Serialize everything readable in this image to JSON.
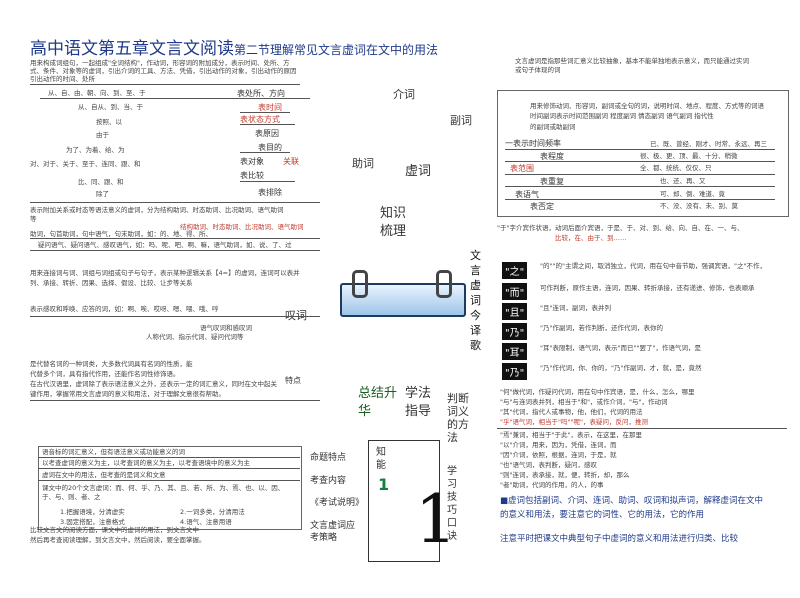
{
  "title": {
    "main": "高中语文第五章文言文阅读",
    "sub": "第二节理解常见文言虚词在文中的用法"
  },
  "intro_lines": [
    "用来构成词组句，一起组成\"全词结构\"，作动词，形容词的附加成分，表示时间、处所、方",
    "式、条件、对象等的虚词，引出介词的工具、方法、凭借，引出动作的对象，引出动作的原因",
    "引出动作的时间、处所"
  ],
  "center_top": "介词",
  "left_prep": {
    "row1": [
      "从、自、由、朝、向、到、至、于",
      "表处所、方向"
    ],
    "row2": [
      "从、自从、到、当、于",
      "表时间"
    ],
    "row3": [
      "按照、以",
      "表状态方式"
    ],
    "row4": [
      "由于",
      "表原因"
    ],
    "row5": [
      "为了、为着、给、为",
      "表目的"
    ],
    "row6": [
      "对、对于、关于、至于、连同、跟、和",
      "表对象"
    ],
    "row7": [
      "比、同、跟、和",
      "表比较"
    ],
    "row8": [
      "除了",
      "表排除"
    ]
  },
  "left_connect": [
    "关联"
  ],
  "left_mid": [
    "表示附加关系或时态等语法意义的虚词，分为结构助词、时态助词、比况助词、语气助词",
    "等",
    "结构助词、时态助词、比况助词、语气助词",
    "助词，句首助词，句中语气，句末助词，如：的、地、得、所、",
    "疑问语气、疑问语气、感叹语气，如：吗、呢、吧、啊、嘛，语气助词，如、说、了、过"
  ],
  "left_mid2": [
    "用来连接词与词、词组与词组或句子与句子，表示某种逻辑关系【4=】的虚词，连词可以表并",
    "列、承接、转折、因果、选择、假设、比较、让步等关系"
  ],
  "left_mid3": "表示感叹和呼唤、应答的词，如：啊、唉、哎呀、嗯、喂、哦、哼",
  "left_mid4": [
    "语气叹词和感叹词",
    "人称代词、指示代词、疑问代词等"
  ],
  "left_bottom_para": [
    "是代替名词的一种词类，大多数代词具有名词的性质，能",
    "代替多个词，具有指代作用，还能作名词性修饰语。",
    "在古代汉语里，虚词除了表示语法意义之外，还表示一定的词汇意义，同时在文中起关",
    "键作用，掌握常用文言虚词的意义和用法，对于理解文意很有帮助。"
  ],
  "left_box": [
    "语音标的词汇意义，但有语法意义或功能意义的词",
    "以考查虚词的意义为主，以考查词的意义为主，以考查语境中的意义为主",
    "虚词在文中的用法，但考查的是词义和文意",
    "课文中的20个文言虚词：而、何、乎、乃、其、且、若、所、为、焉、也、以、因、于、与、则、者、之"
  ],
  "left_box_items": [
    "1.把握语境，分清虚实",
    "2.一词多类，分清用法",
    "3.固定搭配，注意格式",
    "4.语气、注意用语"
  ],
  "left_bottom_last": [
    "比较文言文的阅读方面，课文中的虚词的用法，到文言文中",
    "然后再考查阅读理解，到文言文中，然后阅读，要全面掌握。"
  ],
  "mid_labels": {
    "zhuci": "助词",
    "xuci": "虚词",
    "knowledge": "知识梳理",
    "tanci": "叹词",
    "tedian": "特点",
    "zongjie": "总结升华",
    "xuefa": "学法指导",
    "panduan": "判断词义的方法",
    "mingti": "命题特点",
    "kaocha": "考查内容",
    "kaoshi": "《考试说明》",
    "yingdui": "文言虚词应考策略",
    "zhineng": "知能",
    "one_small": "1",
    "one_big": "1",
    "jiqiao": "学习技巧口诀",
    "fuci": "副词",
    "wenyan": "文言虚词今译歌"
  },
  "right_top": [
    "文言虚词是指那些词汇意义比较抽象，基本不能单独地表示意义，而只能通过实词",
    "或句子体现的词"
  ],
  "right_adverb": {
    "intro": [
      "用来修饰动词、形容词，副词或全句的词，说明时间、地点、程度、方式等的词语",
      "时间副词表示时间范围副词 程度副词 情态副词 语气副词  指代性",
      "的副词或助副词"
    ],
    "rows": [
      [
        "一表示时间频率",
        "已、既、曾经、刚才、时常、永远、再三"
      ],
      [
        "表程度",
        "很、极、更、顶、最、十分、稍微"
      ],
      [
        "表范围",
        "全、都、统统、仅仅、只"
      ],
      [
        "表重复",
        "也、还、再、又"
      ],
      [
        "表语气",
        "可、却、倒、难道、竟"
      ],
      [
        "表否定",
        "不、没、没有、未、别、莫"
      ]
    ]
  },
  "right_song": {
    "head": [
      "\"于\"字介宾作状语，动词后面介宾语，于是、于、对、到、给、向、自、在、一、与、",
      "比较，在、由于、到……"
    ],
    "items": [
      [
        "\"之\"",
        "\"的\"\"的\"主谓之间，取消独立，代词，用在句中音节助，强调宾语，\"之\"不作，"
      ],
      [
        "\"而\"",
        "可作判断，原作主语，连词，因果、转折承接，还有递进、修饰，也表顺承"
      ],
      [
        "\"且\"",
        "\"且\"连词，副词，表并列"
      ],
      [
        "\"乃\"",
        "\"乃\"作副词，若作判断，还作代词，表你的"
      ],
      [
        "\"耳\"",
        "\"耳\"表限制，语气词，表示\"而已\"\"罢了\"，作语气词，是"
      ],
      [
        "\"乃\"",
        "\"乃\"作代词，你、你的，\"乃\"作副词，才，就，是，竟然"
      ]
    ]
  },
  "right_bottom": [
    "\"何\"做代词，作疑问代词，用在句中作宾语，是，什么，怎么，哪里",
    "\"与\"与连词表并列，相当于\"和\"，或作介词，\"与\"，作动词",
    "\"其\"代词，指代人或事物，他，他们，代词的用法",
    "\"乎\"语气词，相当于\"吗\"\"呢\"，表疑问，反问，推测",
    "\"焉\"兼词，相当于\"于此\"，表示，在这里，在那里",
    "\"以\"介词，用来，因为，凭借，连词，而",
    "\"因\"介词，依照，根据，连词，于是，就",
    "\"也\"语气词，表判断，疑问，感叹",
    "\"则\"连词，表承接，就，便，转折，却，那么",
    "\"者\"助词，代词的作用，的人，的事"
  ],
  "right_blue": [
    "■虚词包括副词、介词、连词、助词、叹词和拟声词，解释虚词在文中",
    "的意义和用法，要注意它的词性、它的用法，它的作用"
  ],
  "right_last": "注意平时把课文中典型句子中虚词的意义和用法进行归类、比较"
}
